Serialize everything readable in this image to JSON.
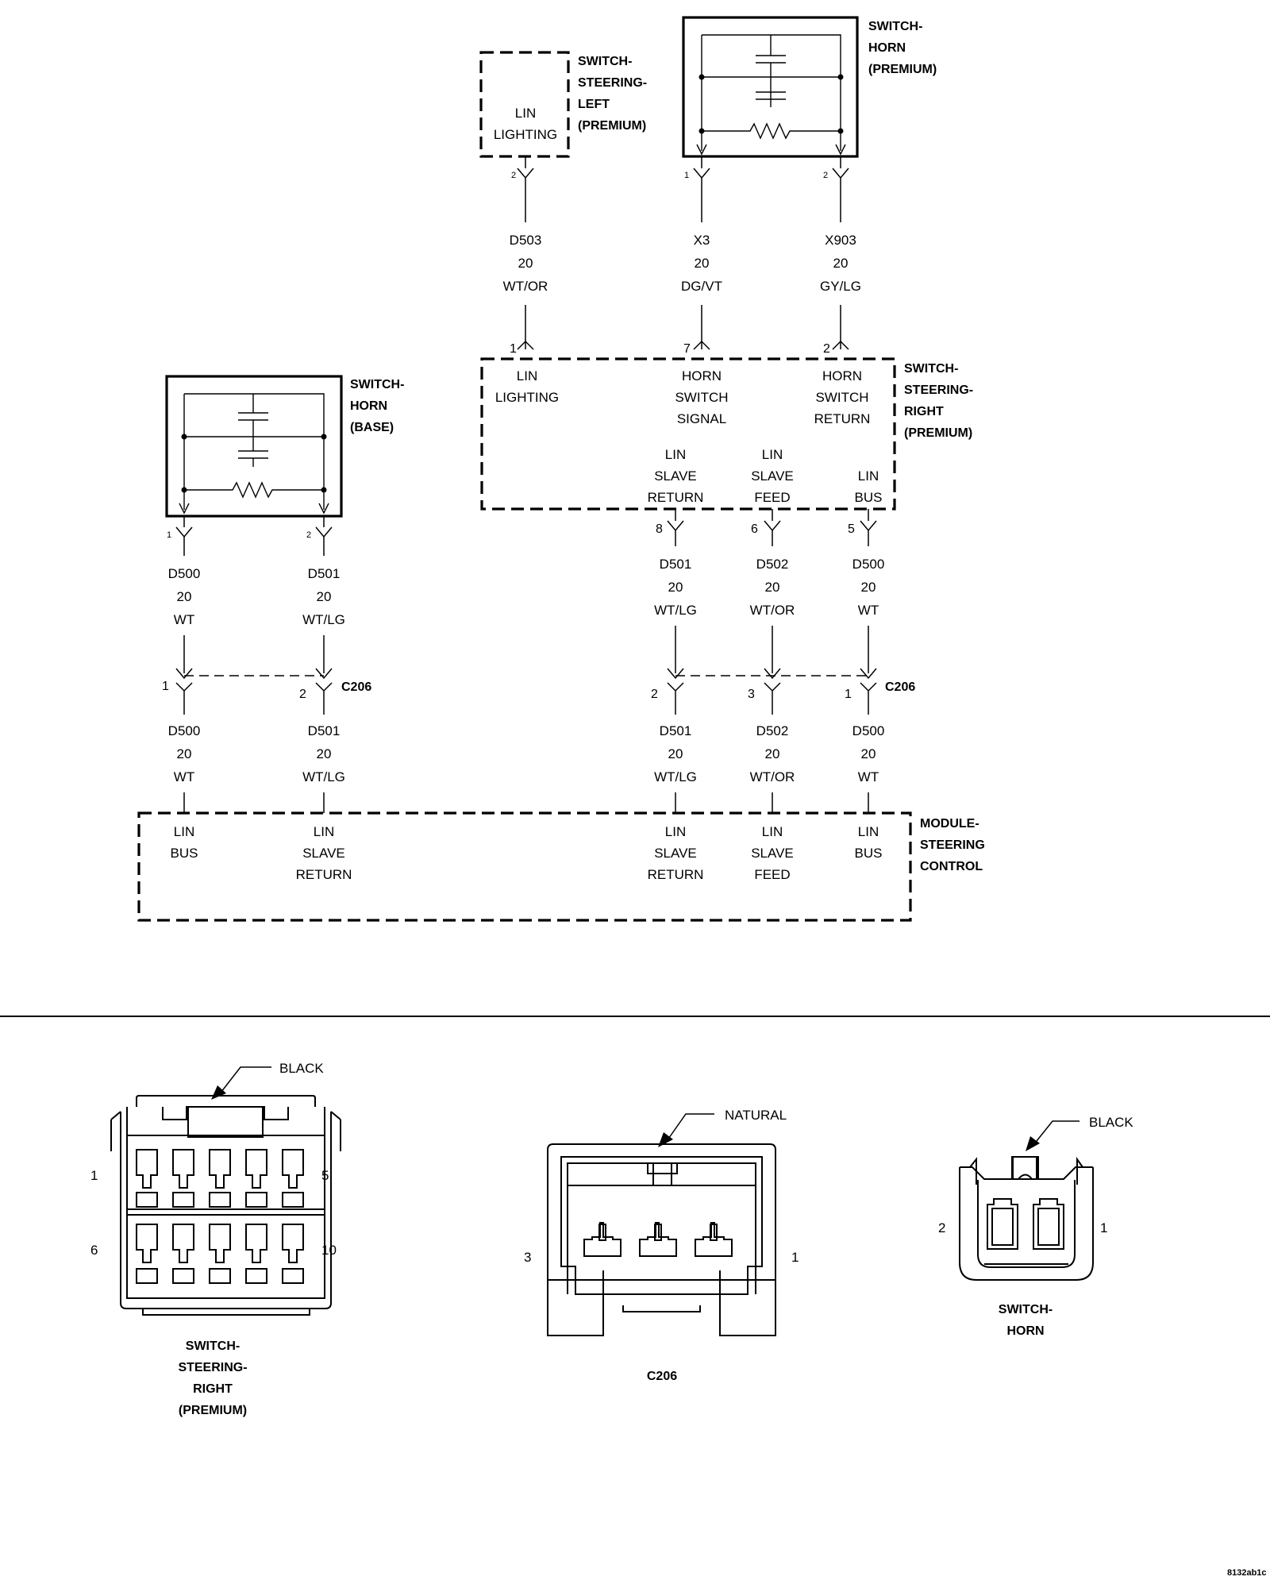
{
  "components": {
    "left_switch": {
      "title_lines": [
        "SWITCH-",
        "STEERING-",
        "LEFT",
        "(PREMIUM)"
      ],
      "inner_lines": [
        "LIN",
        "LIGHTING"
      ],
      "pin": "2"
    },
    "horn_premium": {
      "title_lines": [
        "SWITCH-",
        "HORN",
        "(PREMIUM)"
      ],
      "pin_left": "1",
      "pin_right": "2"
    },
    "horn_base": {
      "title_lines": [
        "SWITCH-",
        "HORN",
        "(BASE)"
      ],
      "pin_left": "1",
      "pin_right": "2"
    },
    "right_switch": {
      "title_lines": [
        "SWITCH-",
        "STEERING-",
        "RIGHT",
        "(PREMIUM)"
      ],
      "top_pins": [
        {
          "pin": "1",
          "lines": [
            "LIN",
            "LIGHTING"
          ]
        },
        {
          "pin": "7",
          "lines": [
            "HORN",
            "SWITCH",
            "SIGNAL"
          ]
        },
        {
          "pin": "2",
          "lines": [
            "HORN",
            "SWITCH",
            "RETURN"
          ]
        }
      ],
      "bottom_pins": [
        {
          "pin": "8",
          "lines": [
            "LIN",
            "SLAVE",
            "RETURN"
          ]
        },
        {
          "pin": "6",
          "lines": [
            "LIN",
            "SLAVE",
            "FEED"
          ]
        },
        {
          "pin": "5",
          "lines": [
            "LIN",
            "BUS"
          ]
        }
      ]
    },
    "module": {
      "title_lines": [
        "MODULE-",
        "STEERING",
        "CONTROL"
      ],
      "pins": [
        {
          "lines": [
            "LIN",
            "BUS"
          ]
        },
        {
          "lines": [
            "LIN",
            "SLAVE",
            "RETURN"
          ]
        },
        {
          "lines": [
            "LIN",
            "SLAVE",
            "RETURN"
          ]
        },
        {
          "lines": [
            "LIN",
            "SLAVE",
            "FEED"
          ]
        },
        {
          "lines": [
            "LIN",
            "BUS"
          ]
        }
      ]
    }
  },
  "wires": {
    "top": [
      {
        "circuit": "D503",
        "gauge": "20",
        "color": "WT/OR"
      },
      {
        "circuit": "X3",
        "gauge": "20",
        "color": "DG/VT"
      },
      {
        "circuit": "X903",
        "gauge": "20",
        "color": "GY/LG"
      }
    ],
    "upper": [
      {
        "circuit": "D500",
        "gauge": "20",
        "color": "WT"
      },
      {
        "circuit": "D501",
        "gauge": "20",
        "color": "WT/LG"
      },
      {
        "circuit": "D501",
        "gauge": "20",
        "color": "WT/LG"
      },
      {
        "circuit": "D502",
        "gauge": "20",
        "color": "WT/OR"
      },
      {
        "circuit": "D500",
        "gauge": "20",
        "color": "WT"
      }
    ],
    "lower": [
      {
        "circuit": "D500",
        "gauge": "20",
        "color": "WT"
      },
      {
        "circuit": "D501",
        "gauge": "20",
        "color": "WT/LG"
      },
      {
        "circuit": "D501",
        "gauge": "20",
        "color": "WT/LG"
      },
      {
        "circuit": "D502",
        "gauge": "20",
        "color": "WT/OR"
      },
      {
        "circuit": "D500",
        "gauge": "20",
        "color": "WT"
      }
    ]
  },
  "c206": {
    "label": "C206",
    "left_pins": [
      "1",
      "2"
    ],
    "right_pins": [
      "2",
      "3",
      "1"
    ]
  },
  "views": {
    "right_switch": {
      "color_label": "BLACK",
      "pins": [
        "1",
        "5",
        "6",
        "10"
      ],
      "caption_lines": [
        "SWITCH-",
        "STEERING-",
        "RIGHT",
        "(PREMIUM)"
      ]
    },
    "c206": {
      "color_label": "NATURAL",
      "pins": [
        "3",
        "1"
      ],
      "caption_lines": [
        "C206"
      ]
    },
    "horn": {
      "color_label": "BLACK",
      "pins": [
        "2",
        "1"
      ],
      "caption_lines": [
        "SWITCH-",
        "HORN"
      ]
    }
  },
  "figure_id": "8132ab1c"
}
